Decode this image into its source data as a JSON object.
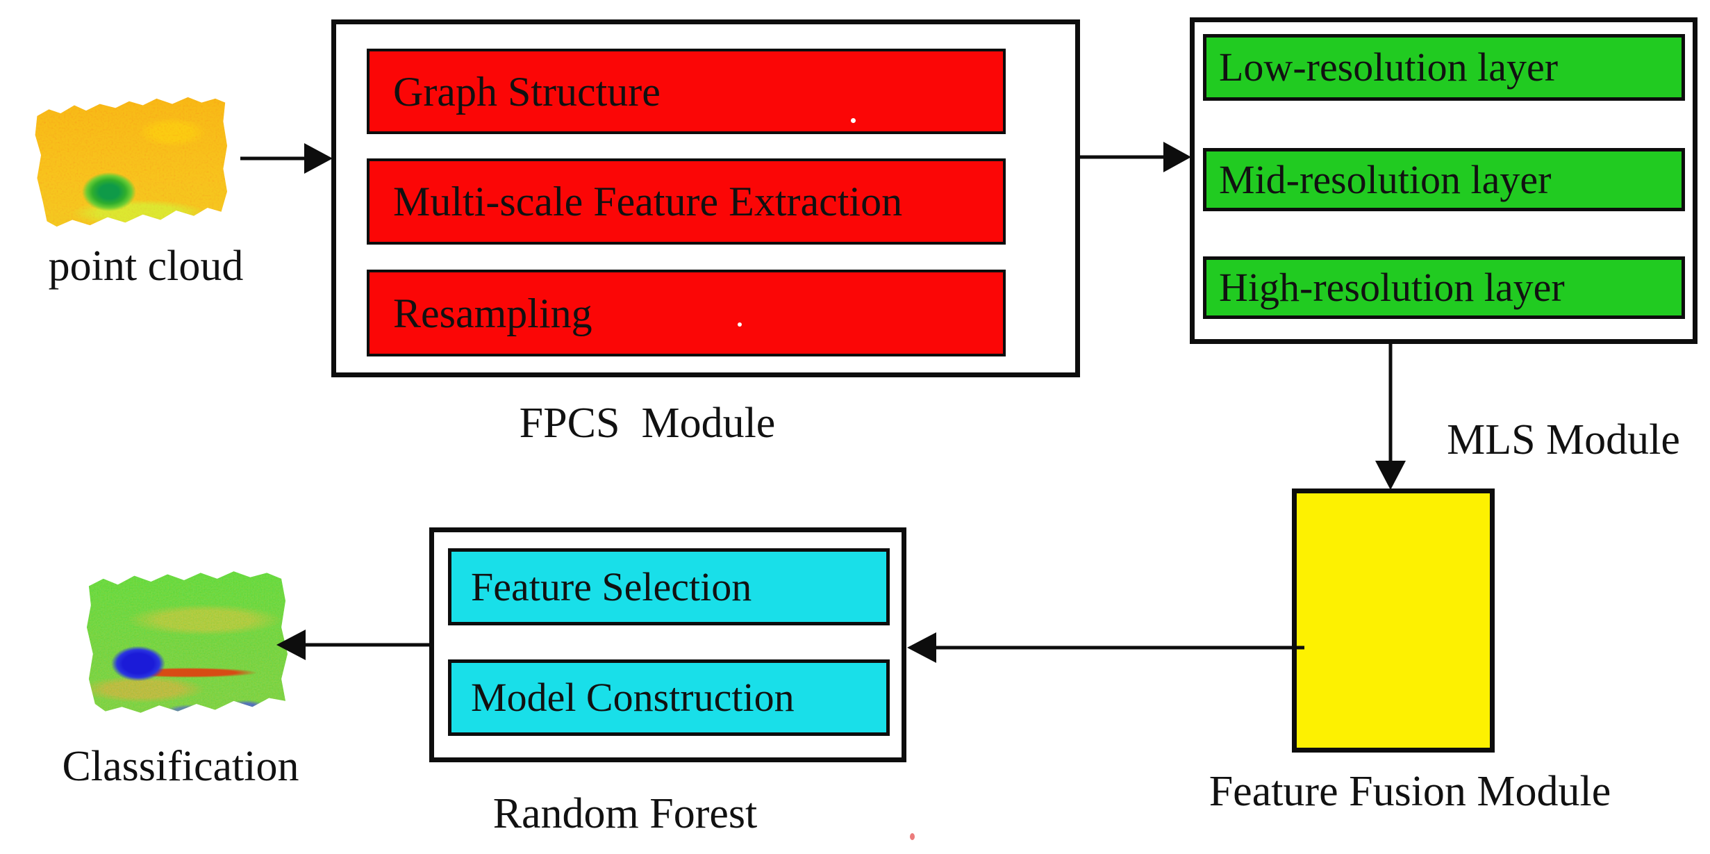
{
  "colors": {
    "red": "#fb0606",
    "green": "#21cb21",
    "cyan": "#19dfe9",
    "yellow": "#fdf101",
    "line": "#0d0d0d",
    "text": "#111111",
    "bg": "#ffffff"
  },
  "nodes": {
    "point_cloud_label": "point cloud",
    "classification_label": "Classification",
    "fpcs": {
      "title": "FPCS  Module",
      "items": [
        "Graph Structure",
        "Multi-scale Feature Extraction",
        "Resampling"
      ]
    },
    "mls": {
      "title": "MLS Module",
      "items": [
        "Low-resolution layer",
        "Mid-resolution layer",
        "High-resolution layer"
      ]
    },
    "feature_fusion": {
      "title": "Feature Fusion Module"
    },
    "random_forest": {
      "title": "Random Forest",
      "items": [
        "Feature Selection",
        "Model Construction"
      ]
    }
  }
}
